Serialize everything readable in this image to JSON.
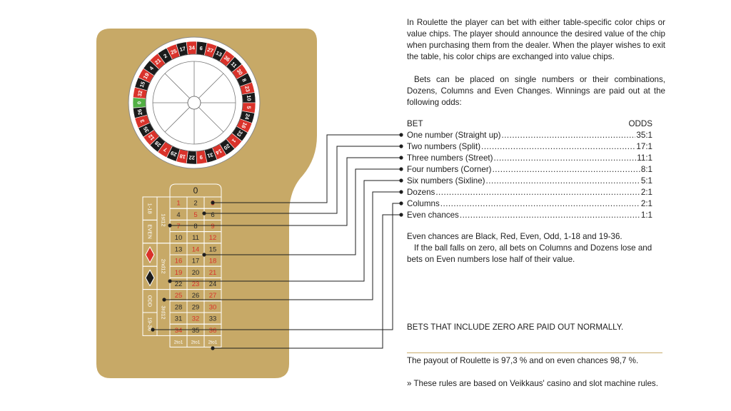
{
  "wheel_numbers": [
    "0",
    "32",
    "15",
    "19",
    "4",
    "21",
    "2",
    "25",
    "17",
    "34",
    "6",
    "27",
    "13",
    "36",
    "11",
    "30",
    "8",
    "23",
    "10",
    "5",
    "24",
    "16",
    "33",
    "1",
    "20",
    "14",
    "31",
    "9",
    "22",
    "18",
    "29",
    "7",
    "28",
    "12",
    "35",
    "3",
    "26"
  ],
  "table": {
    "zero": "0",
    "rows": [
      [
        "1",
        "2",
        "3"
      ],
      [
        "4",
        "5",
        "6"
      ],
      [
        "7",
        "8",
        "9"
      ],
      [
        "10",
        "11",
        "12"
      ],
      [
        "13",
        "14",
        "15"
      ],
      [
        "16",
        "17",
        "18"
      ],
      [
        "19",
        "20",
        "21"
      ],
      [
        "22",
        "23",
        "24"
      ],
      [
        "25",
        "26",
        "27"
      ],
      [
        "28",
        "29",
        "30"
      ],
      [
        "31",
        "32",
        "33"
      ],
      [
        "34",
        "35",
        "36"
      ]
    ],
    "red_numbers": [
      "1",
      "3",
      "5",
      "7",
      "9",
      "12",
      "14",
      "16",
      "18",
      "19",
      "21",
      "23",
      "25",
      "27",
      "30",
      "32",
      "34",
      "36"
    ],
    "columns_label": [
      "2to1",
      "2to1",
      "2to1"
    ],
    "dozens": [
      "1st12",
      "2nd12",
      "3rd12"
    ],
    "outside_left": [
      "1-18",
      "EVEN",
      "ODD",
      "19-36"
    ]
  },
  "colors": {
    "felt": "#c7a967",
    "red": "#d9322a",
    "black": "#1b1b1b",
    "green": "#52b044",
    "gold_rule": "#c9ad6b"
  },
  "intro": {
    "p1": "In Roulette the player can bet with either table-specific color chips or value chips. The player should announce the desired value of the chip when purchasing them from the dealer. When the player wishes to exit the table, his color chips are exchanged into value chips.",
    "p2": "Bets can be placed on single numbers or their combinations, Dozens, Columns and Even Changes. Winnings are paid out at the following odds:"
  },
  "odds_table": {
    "bet_header": "BET",
    "odds_header": "ODDS",
    "rows": [
      {
        "bet": "One number (Straight up)",
        "odds": "35:1"
      },
      {
        "bet": "Two numbers (Split)",
        "odds": "17:1"
      },
      {
        "bet": "Three numbers (Street)",
        "odds": "11:1"
      },
      {
        "bet": "Four numbers (Corner)",
        "odds": "8:1"
      },
      {
        "bet": "Six numbers (Sixline)",
        "odds": "5:1"
      },
      {
        "bet": "Dozens",
        "odds": "2:1"
      },
      {
        "bet": "Columns",
        "odds": "2:1"
      },
      {
        "bet": "Even chances",
        "odds": "1:1"
      }
    ]
  },
  "even_chances": {
    "p1": "Even chances are Black, Red, Even, Odd, 1-18 and 19-36.",
    "p2": "If the ball falls on zero, all bets on Columns and Dozens lose and bets on Even numbers lose half of their value."
  },
  "zero_note": "BETS THAT INCLUDE ZERO ARE PAID OUT NORMALLY.",
  "payout_note": "The payout of Roulette is 97,3 % and on even chances 98,7 %.",
  "rules_note": "» These rules are based on Veikkaus' casino and slot machine rules."
}
